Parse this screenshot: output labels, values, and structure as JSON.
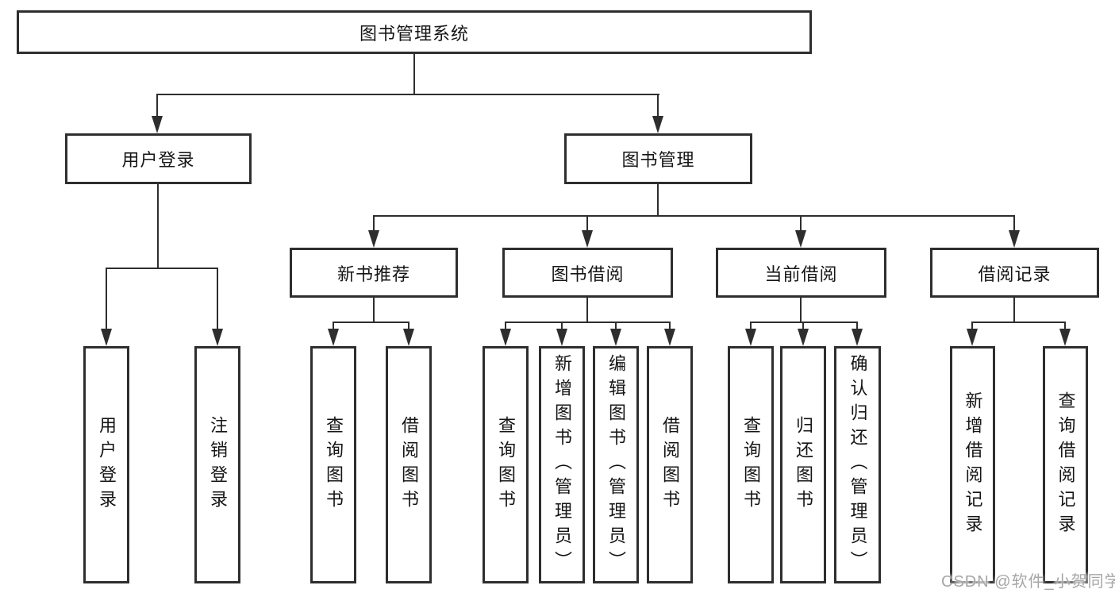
{
  "diagram": {
    "root": "图书管理系统",
    "level2": {
      "user_login": "用户登录",
      "book_mgmt": "图书管理"
    },
    "level3": {
      "new_books": "新书推荐",
      "book_borrow": "图书借阅",
      "current_borrow": "当前借阅",
      "borrow_records": "借阅记录"
    },
    "leaves": {
      "login": [
        "用户登录",
        "注销登录"
      ],
      "new_books": [
        "查询图书",
        "借阅图书"
      ],
      "book_borrow": [
        "查询图书",
        "新增图书（管理员）",
        "编辑图书（管理员）",
        "借阅图书"
      ],
      "current_borrow": [
        "查询图书",
        "归还图书",
        "确认归还（管理员）"
      ],
      "borrow_records": [
        "新增借阅记录",
        "查询借阅记录"
      ]
    },
    "watermark": "CSDN @软件_小贺同学",
    "colors": {
      "line": "#2e2e2e",
      "text": "#151515",
      "watermark": "#a6a6a6"
    }
  }
}
